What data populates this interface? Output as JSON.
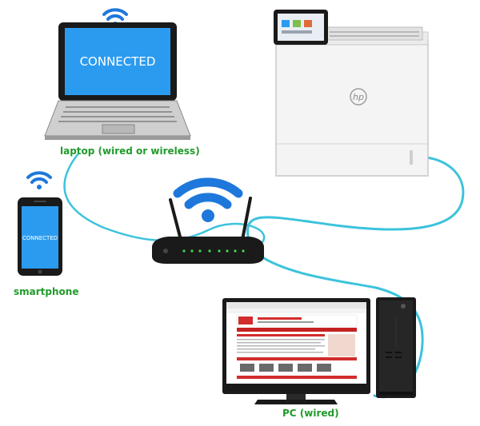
{
  "colors": {
    "caption_green": "#1f9b2a",
    "screen_blue": "#2b9bf0",
    "cable_cyan": "#3cc3dc",
    "wifi_blue": "#1e78dc"
  },
  "laptop": {
    "screen_text": "CONNECTED",
    "caption": "laptop (wired or wireless)",
    "icon": "laptop-icon"
  },
  "smartphone": {
    "screen_text": "CONNECTED",
    "caption": "smartphone",
    "icon": "smartphone-icon"
  },
  "pc": {
    "caption": "PC (wired)",
    "icon": "desktop-pc-icon"
  },
  "printer": {
    "brand_logo": "hp",
    "icon": "printer-icon"
  },
  "router": {
    "icon": "router-icon"
  }
}
